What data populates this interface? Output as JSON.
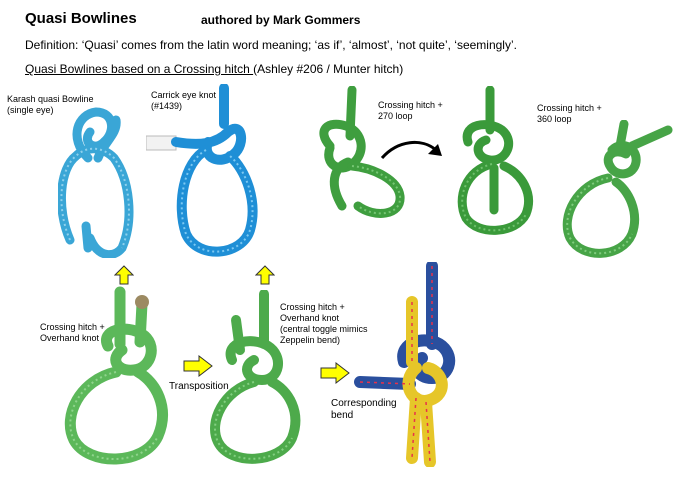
{
  "header": {
    "title": "Quasi Bowlines",
    "author": "authored by Mark Gommers",
    "definition": "Definition: ‘Quasi’ comes from the latin word meaning; ‘as if’, ‘almost’, ‘not quite’, ‘seemingly’.",
    "subtitle_underlined": "Quasi Bowlines based on a Crossing hitch ",
    "subtitle_rest": "(Ashley #206 / Munter hitch)"
  },
  "captions": {
    "karash_1": "Karash quasi Bowline",
    "karash_2": "(single eye)",
    "carrick_1": "Carrick eye knot",
    "carrick_2": "(#1439)",
    "cross270_1": "Crossing hitch +",
    "cross270_2": "270 loop",
    "cross360_1": "Crossing hitch +",
    "cross360_2": "360 loop",
    "overhand_1": "Crossing hitch +",
    "overhand_2": "Overhand knot",
    "toggle_1": "Crossing hitch +",
    "toggle_2": "Overhand knot",
    "toggle_3": "(central toggle mimics",
    "toggle_4": "Zeppelin bend)",
    "transposition": "Transposition",
    "bend_1": "Corresponding",
    "bend_2": "bend"
  },
  "colors": {
    "rope_blue": "#3aa6d6",
    "rope_blue_dark": "#1f78b0",
    "rope_green": "#3f9e3f",
    "rope_green_light": "#6cc06a",
    "rope_yellow": "#e6c629",
    "rope_navy": "#2a4f9e",
    "arrow_yellow": "#ffff00"
  },
  "icons": {
    "arrow_up": "yellow-up-arrow",
    "arrow_right": "yellow-right-arrow",
    "curved_arrow": "curved-black-arrow"
  }
}
